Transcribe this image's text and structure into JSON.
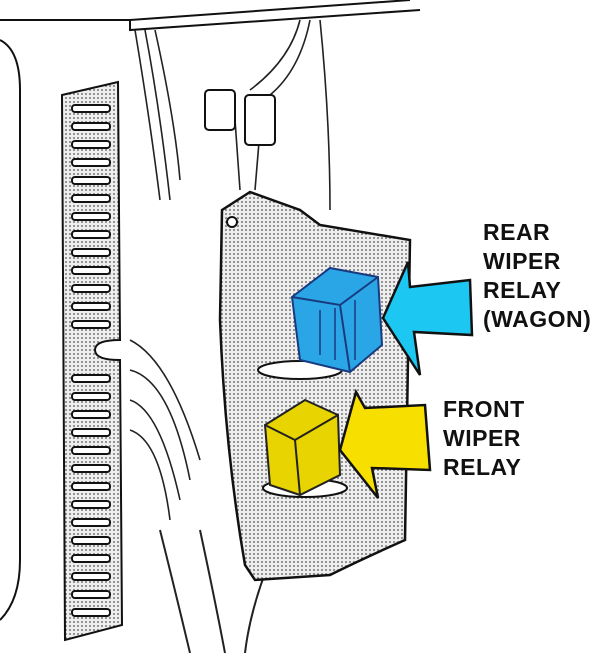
{
  "labels": {
    "rear": [
      "REAR",
      "WIPER",
      "RELAY",
      "(WAGON)"
    ],
    "front": [
      "FRONT",
      "WIPER",
      "RELAY"
    ]
  },
  "colors": {
    "rear_relay": "#2aa6e6",
    "rear_arrow": "#1cc8f2",
    "front_relay": "#e8d400",
    "front_arrow": "#f7e000",
    "panel": "#d9d9d9",
    "ink": "#111111"
  }
}
